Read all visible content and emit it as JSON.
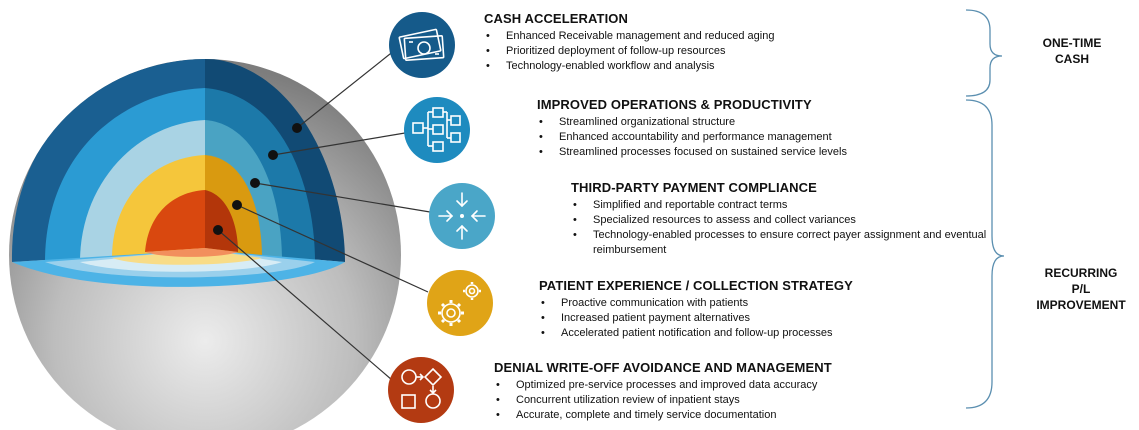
{
  "sections": [
    {
      "title": "CASH ACCELERATION",
      "icon": "money-icon",
      "color": "#155a8a",
      "bullets": [
        "Enhanced Receivable management  and reduced aging",
        "Prioritized deployment of follow-up resources",
        "Technology-enabled workflow and analysis"
      ]
    },
    {
      "title": "IMPROVED OPERATIONS & PRODUCTIVITY",
      "icon": "org-chart-icon",
      "color": "#1e8bbf",
      "bullets": [
        "Streamlined organizational structure",
        "Enhanced accountability and performance management",
        "Streamlined processes focused on sustained service levels"
      ]
    },
    {
      "title": "THIRD-PARTY PAYMENT COMPLIANCE",
      "icon": "converge-arrows-icon",
      "color": "#4aa6c8",
      "bullets": [
        "Simplified and reportable contract terms",
        "Specialized resources to assess and collect variances",
        "Technology-enabled processes to ensure correct payer assignment and eventual reimbursement"
      ]
    },
    {
      "title": "PATIENT EXPERIENCE / COLLECTION STRATEGY",
      "icon": "gears-icon",
      "color": "#e0a417",
      "bullets": [
        "Proactive communication with patients",
        "Increased patient payment  alternatives",
        "Accelerated patient notification and follow-up processes"
      ]
    },
    {
      "title": "DENIAL WRITE-OFF AVOIDANCE AND MANAGEMENT",
      "icon": "flowchart-icon",
      "color": "#b33a12",
      "bullets": [
        "Optimized pre-service processes and improved data accuracy",
        "Concurrent utilization review of inpatient stays",
        "Accurate, complete  and timely service documentation"
      ]
    }
  ],
  "side_labels": {
    "one_time": [
      "ONE-TIME",
      "CASH"
    ],
    "recurring": [
      "RECURRING",
      "P/L",
      "IMPROVEMENT"
    ]
  }
}
